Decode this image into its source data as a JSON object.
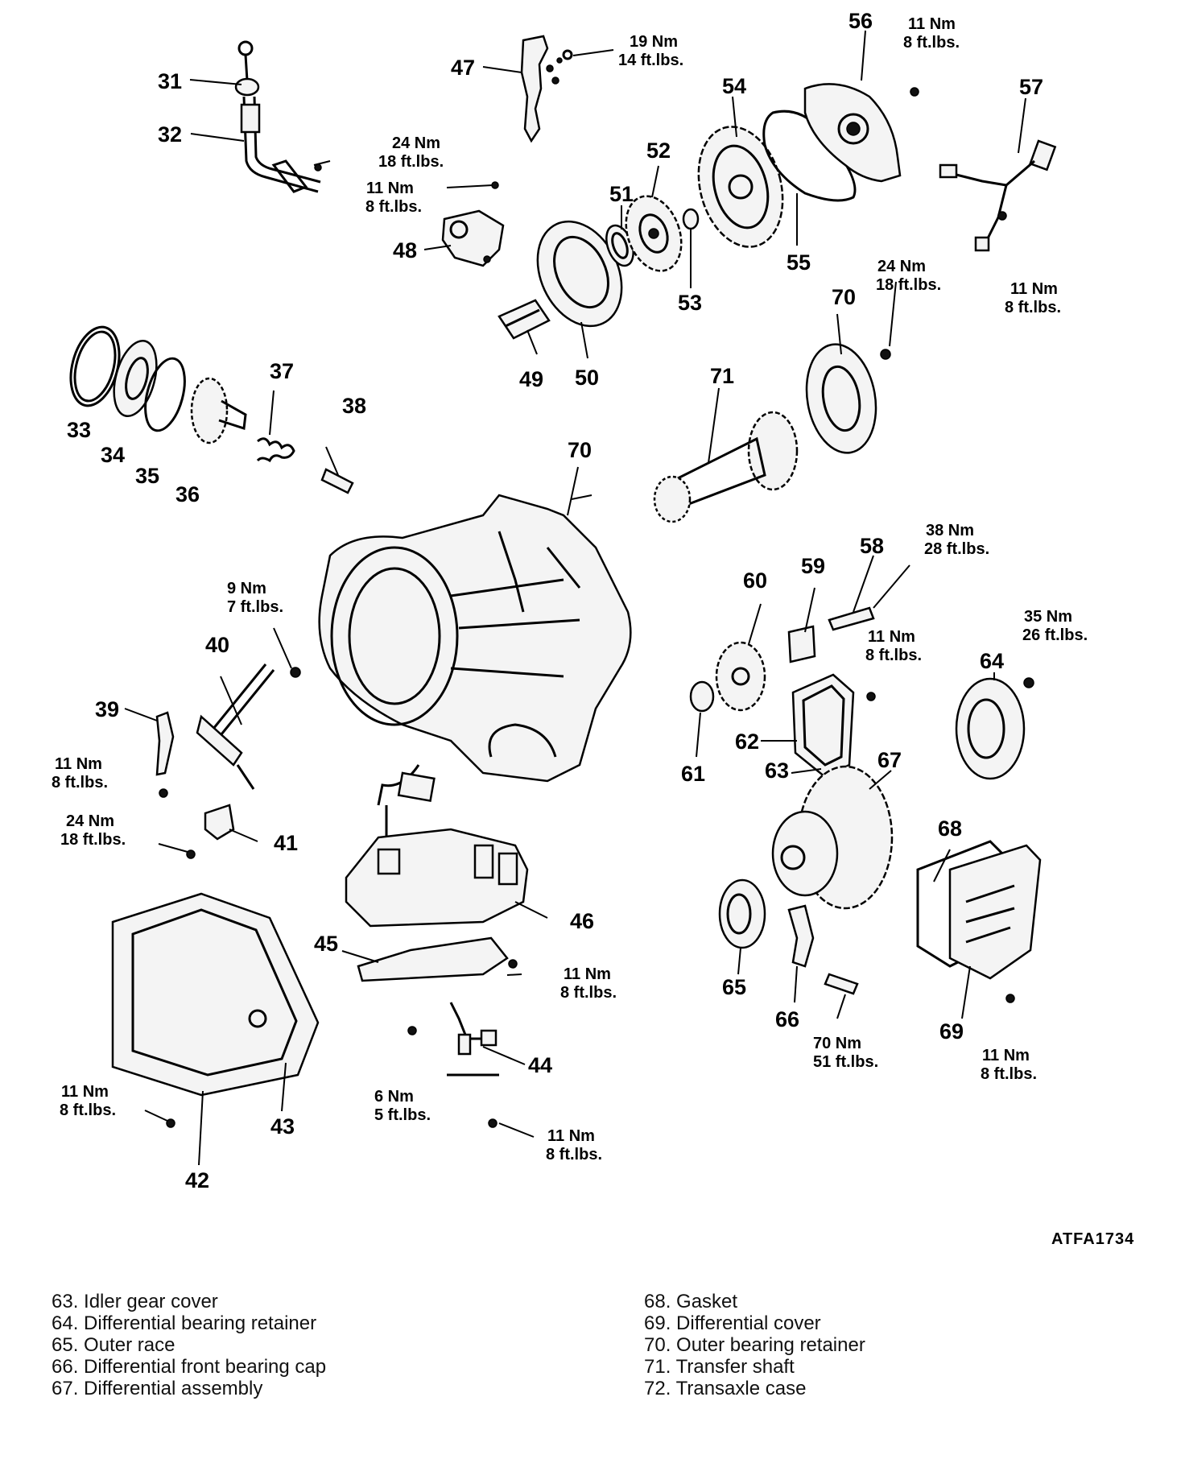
{
  "callouts": {
    "c31": "31",
    "c32": "32",
    "c33": "33",
    "c34": "34",
    "c35": "35",
    "c36": "36",
    "c37": "37",
    "c38": "38",
    "c39": "39",
    "c40": "40",
    "c41": "41",
    "c42": "42",
    "c43": "43",
    "c44": "44",
    "c45": "45",
    "c46": "46",
    "c47": "47",
    "c48": "48",
    "c49": "49",
    "c50": "50",
    "c51": "51",
    "c52": "52",
    "c53": "53",
    "c54": "54",
    "c55": "55",
    "c56": "56",
    "c57": "57",
    "c58": "58",
    "c59": "59",
    "c60": "60",
    "c61": "61",
    "c62": "62",
    "c63": "63",
    "c64": "64",
    "c65": "65",
    "c66": "66",
    "c67": "67",
    "c68": "68",
    "c69": "69",
    "c70a": "70",
    "c70b": "70",
    "c71": "71"
  },
  "torque": {
    "t1": [
      "19 Nm",
      "14 ft.lbs."
    ],
    "t2": [
      "11 Nm",
      "8 ft.lbs."
    ],
    "t3": [
      "24 Nm",
      "18 ft.lbs."
    ],
    "t4": [
      "11 Nm",
      "8 ft.lbs."
    ],
    "t5": [
      "24 Nm",
      "18 ft.lbs."
    ],
    "t6": [
      "11 Nm",
      "8 ft.lbs."
    ],
    "t7": [
      "38 Nm",
      "28 ft.lbs."
    ],
    "t8": [
      "35 Nm",
      "26 ft.lbs."
    ],
    "t9": [
      "11 Nm",
      "8 ft.lbs."
    ],
    "t10": [
      "9 Nm",
      "7 ft.lbs."
    ],
    "t11": [
      "11 Nm",
      "8 ft.lbs."
    ],
    "t12": [
      "24 Nm",
      "18 ft.lbs."
    ],
    "t13": [
      "11 Nm",
      "8 ft.lbs."
    ],
    "t14": [
      "11 Nm",
      "8 ft.lbs."
    ],
    "t15": [
      "6 Nm",
      "5 ft.lbs."
    ],
    "t16": [
      "11 Nm",
      "8 ft.lbs."
    ],
    "t17": [
      "70 Nm",
      "51 ft.lbs."
    ],
    "t18": [
      "11 Nm",
      "8 ft.lbs."
    ]
  },
  "reference_code": "ATFA1734",
  "legend": {
    "left": [
      "63. Idler gear cover",
      "64. Differential bearing retainer",
      "65. Outer race",
      "66. Differential front bearing cap",
      "67. Differential assembly"
    ],
    "right": [
      "68. Gasket",
      "69. Differential cover",
      "70. Outer bearing retainer",
      "71. Transfer shaft",
      "72. Transaxle case"
    ]
  }
}
